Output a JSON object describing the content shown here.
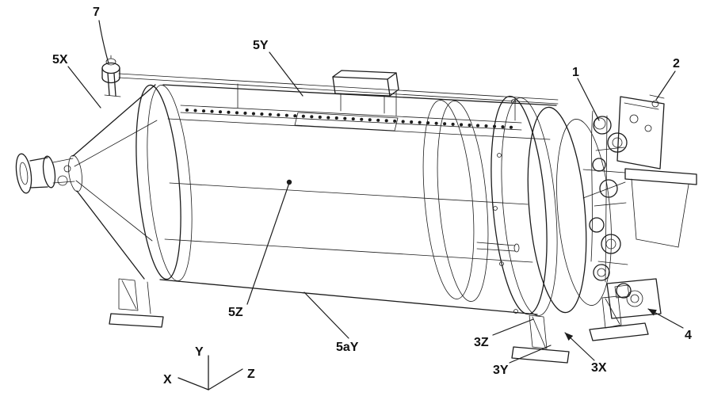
{
  "figure": {
    "background": "#ffffff",
    "line_color": "#1c1c1c"
  },
  "labels": {
    "l7": "7",
    "l5X": "5X",
    "l5Y": "5Y",
    "l1": "1",
    "l2": "2",
    "l5Z": "5Z",
    "l5aY": "5aY",
    "l3Z": "3Z",
    "l3Y": "3Y",
    "l3X": "3X",
    "l4": "4"
  },
  "axes": {
    "x": "X",
    "y": "Y",
    "z": "Z"
  }
}
